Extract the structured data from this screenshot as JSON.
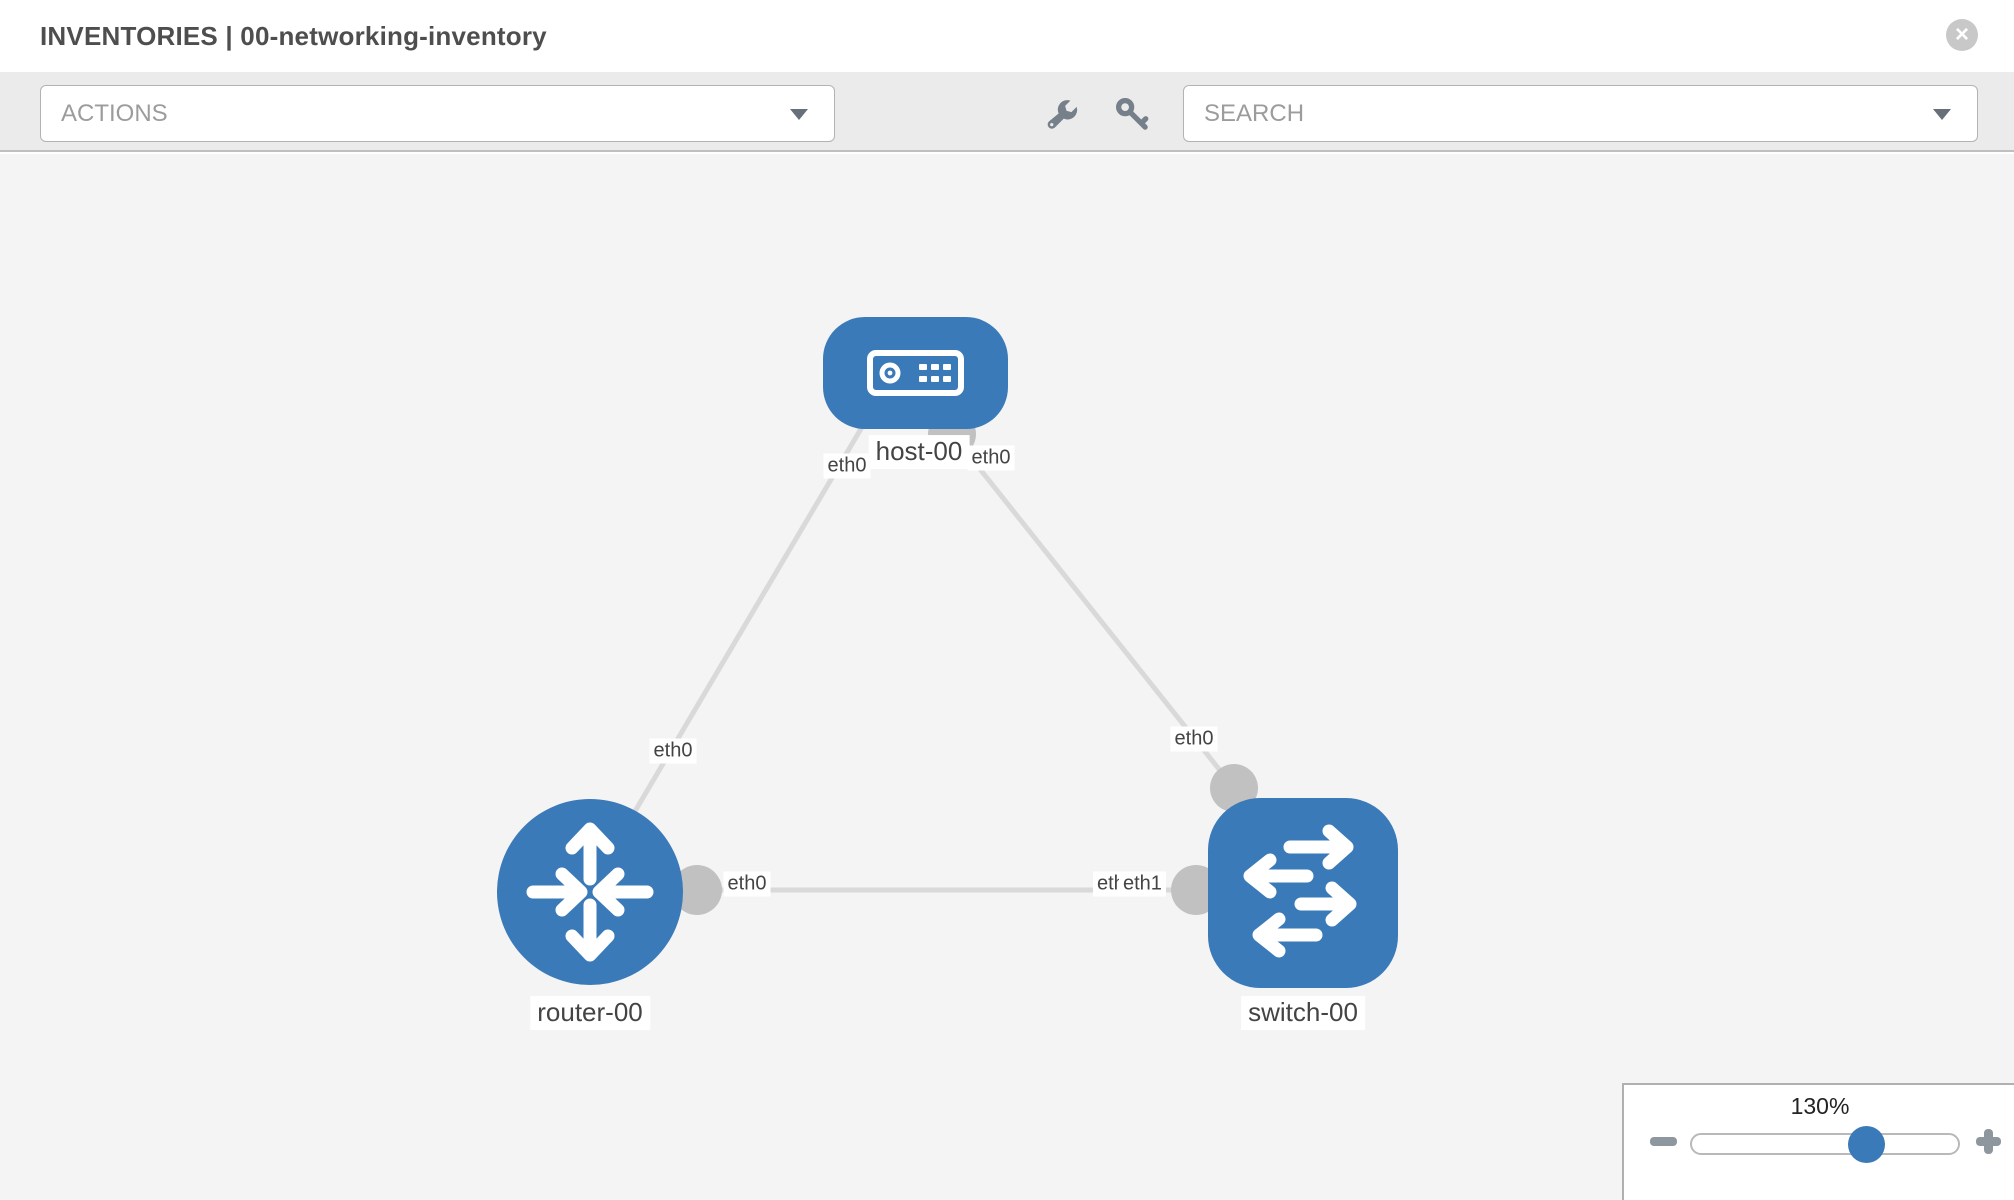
{
  "header": {
    "title": "INVENTORIES | 00-networking-inventory"
  },
  "toolbar": {
    "actions_label": "ACTIONS",
    "search_placeholder": "SEARCH"
  },
  "topology": {
    "nodes": [
      {
        "label": "host-00",
        "type": "host"
      },
      {
        "label": "router-00",
        "type": "router"
      },
      {
        "label": "switch-00",
        "type": "switch"
      }
    ],
    "links": [
      {
        "from": "host-00",
        "from_if": "eth0",
        "to": "router-00",
        "to_if": "eth0"
      },
      {
        "from": "host-00",
        "from_if": "eth0",
        "to": "switch-00",
        "to_if": "eth0"
      },
      {
        "from": "router-00",
        "from_if": "eth0",
        "to": "switch-00",
        "to_if": "eth1"
      }
    ],
    "interface_labels": {
      "host_left": "eth0",
      "host_right": "eth0",
      "diag_left": "eth0",
      "diag_right": "eth0",
      "router_right": "eth0",
      "switch_left_back": "eth0",
      "switch_left_front": "eth1"
    }
  },
  "zoom": {
    "level": "130%"
  },
  "icons": {
    "close": "close-x",
    "actions_caret": "caret-down",
    "search_caret": "caret-down",
    "wrench": "wrench",
    "key": "key",
    "zoom_out": "minus",
    "zoom_in": "plus"
  },
  "colors": {
    "accent_blue": "#3a7ab8",
    "connector_gray": "#c1c1c1",
    "link_gray": "#d9d9d9",
    "toolbar_gray": "#ebebeb",
    "canvas_gray": "#f4f4f4"
  }
}
